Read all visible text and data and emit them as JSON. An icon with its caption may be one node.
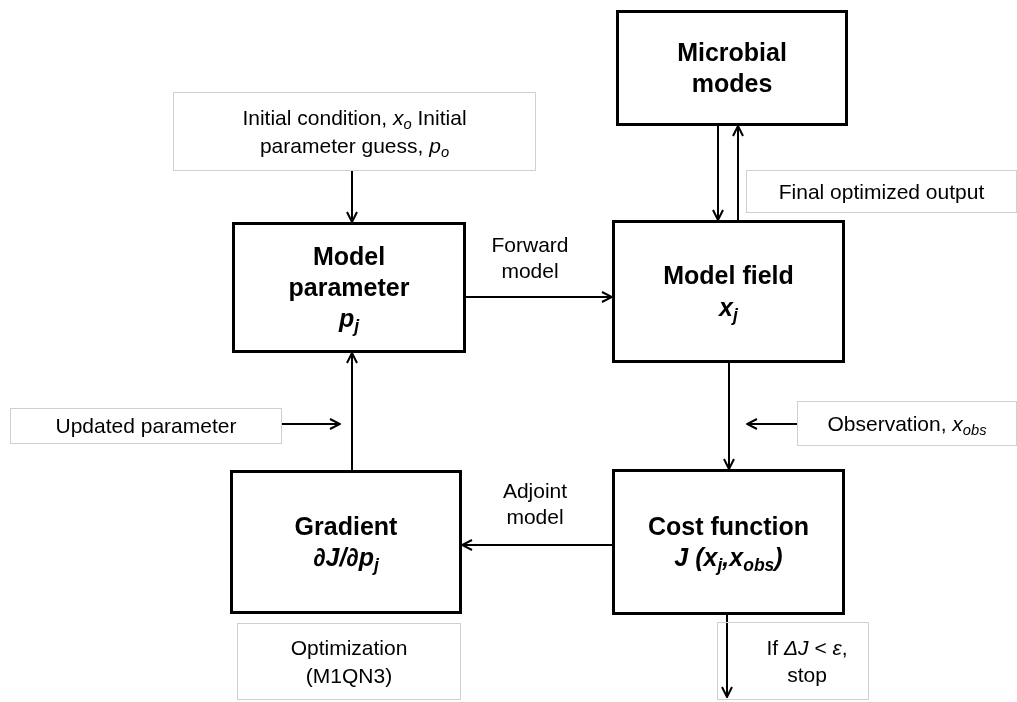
{
  "diagram": {
    "nodes": [
      {
        "text": [
          "Initial condition, *x*$_{o}$ Initial parameter guess, *p*$_{o}$"
        ]
      },
      {
        "text": [
          "Microbial modes"
        ]
      },
      {
        "text": [
          "Model parameter",
          "p$_{j}$"
        ]
      },
      {
        "text": [
          "Model field",
          "x$_{j}$"
        ]
      },
      {
        "text": [
          "Final optimized output"
        ]
      },
      {
        "text": [
          "Updated parameter"
        ]
      },
      {
        "text": [
          "Gradient",
          "∂J/∂p$_{j}$"
        ]
      },
      {
        "text": [
          "Cost function",
          "J (x$_{j}$,x$_{obs}$)"
        ]
      },
      {
        "text": [
          "Observation, *x*$_{obs}$"
        ]
      },
      {
        "text": [
          "Optimization (M1QN3)"
        ]
      },
      {
        "text": [
          "If *ΔJ* < *ε*, stop"
        ]
      }
    ],
    "edges": [
      {
        "from": 0,
        "to": 2,
        "arrow": "to"
      },
      {
        "from": 2,
        "to": 3,
        "arrow": "to",
        "label": "Forward model"
      },
      {
        "from": 1,
        "to": 3,
        "arrow": "to"
      },
      {
        "from": 3,
        "to": 1,
        "arrow": "to"
      },
      {
        "from": 3,
        "to": 7,
        "arrow": "to"
      },
      {
        "from": 8,
        "to": null,
        "arrow": "to"
      },
      {
        "from": 7,
        "to": 6,
        "arrow": "to",
        "label": "Adjoint model"
      },
      {
        "from": 6,
        "to": 2,
        "arrow": "to"
      },
      {
        "from": 5,
        "to": null,
        "arrow": "to"
      },
      {
        "from": 7,
        "to": 10,
        "arrow": "to"
      }
    ]
  }
}
